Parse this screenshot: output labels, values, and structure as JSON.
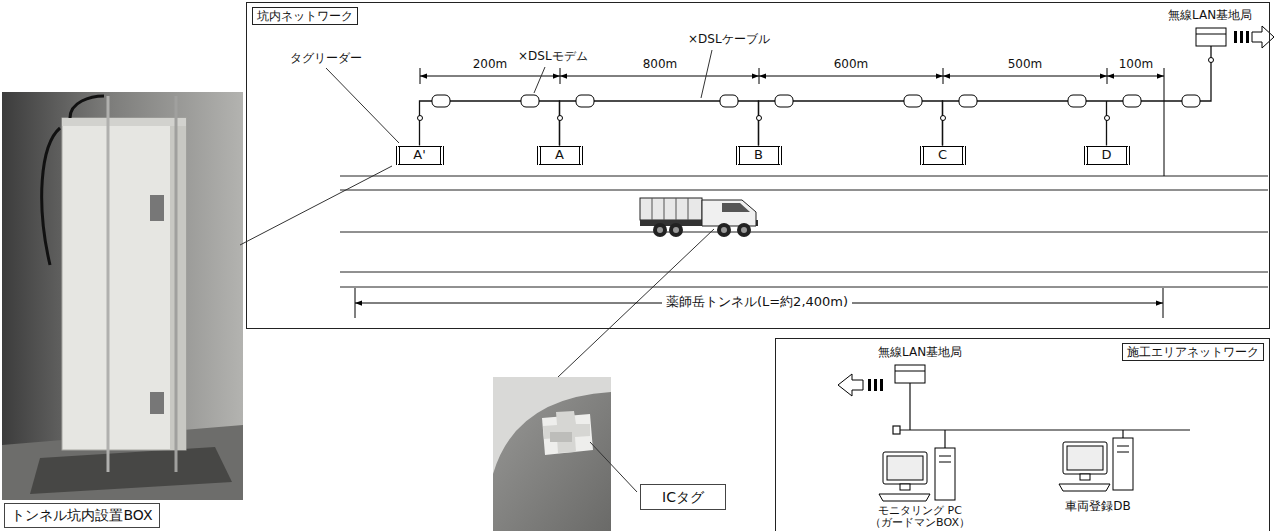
{
  "diagram": {
    "nodes": [
      {
        "text": [
          "坑内ネットワーク"
        ]
      },
      {
        "text": [
          "A'"
        ],
        "in": 0
      },
      {
        "text": [
          "A"
        ],
        "in": 0
      },
      {
        "text": [
          "B"
        ],
        "in": 0
      },
      {
        "text": [
          "C"
        ],
        "in": 0
      },
      {
        "text": [
          "D"
        ],
        "in": 0
      },
      {
        "text": [
          "トンネル坑内設置BOX"
        ]
      },
      {
        "text": [
          "ICタグ"
        ]
      },
      {
        "text": [
          "施工エリアネットワーク"
        ]
      }
    ],
    "edges": [
      {
        "from": 1,
        "to": 2,
        "arrow": "none"
      },
      {
        "from": 2,
        "to": 3,
        "arrow": "none"
      },
      {
        "from": 3,
        "to": 4,
        "arrow": "none"
      },
      {
        "from": 4,
        "to": 5,
        "arrow": "none"
      }
    ],
    "labels": [
      "タグリーダー",
      "×DSLモデム",
      "×DSLケーブル",
      "無線LAN基地局",
      "200m",
      "800m",
      "600m",
      "500m",
      "100m",
      "薬師岳トンネル(L=約2,400m)",
      "無線LAN基地局",
      "モニタリング PC （ガードマンBOX）",
      "車両登録DB"
    ]
  }
}
